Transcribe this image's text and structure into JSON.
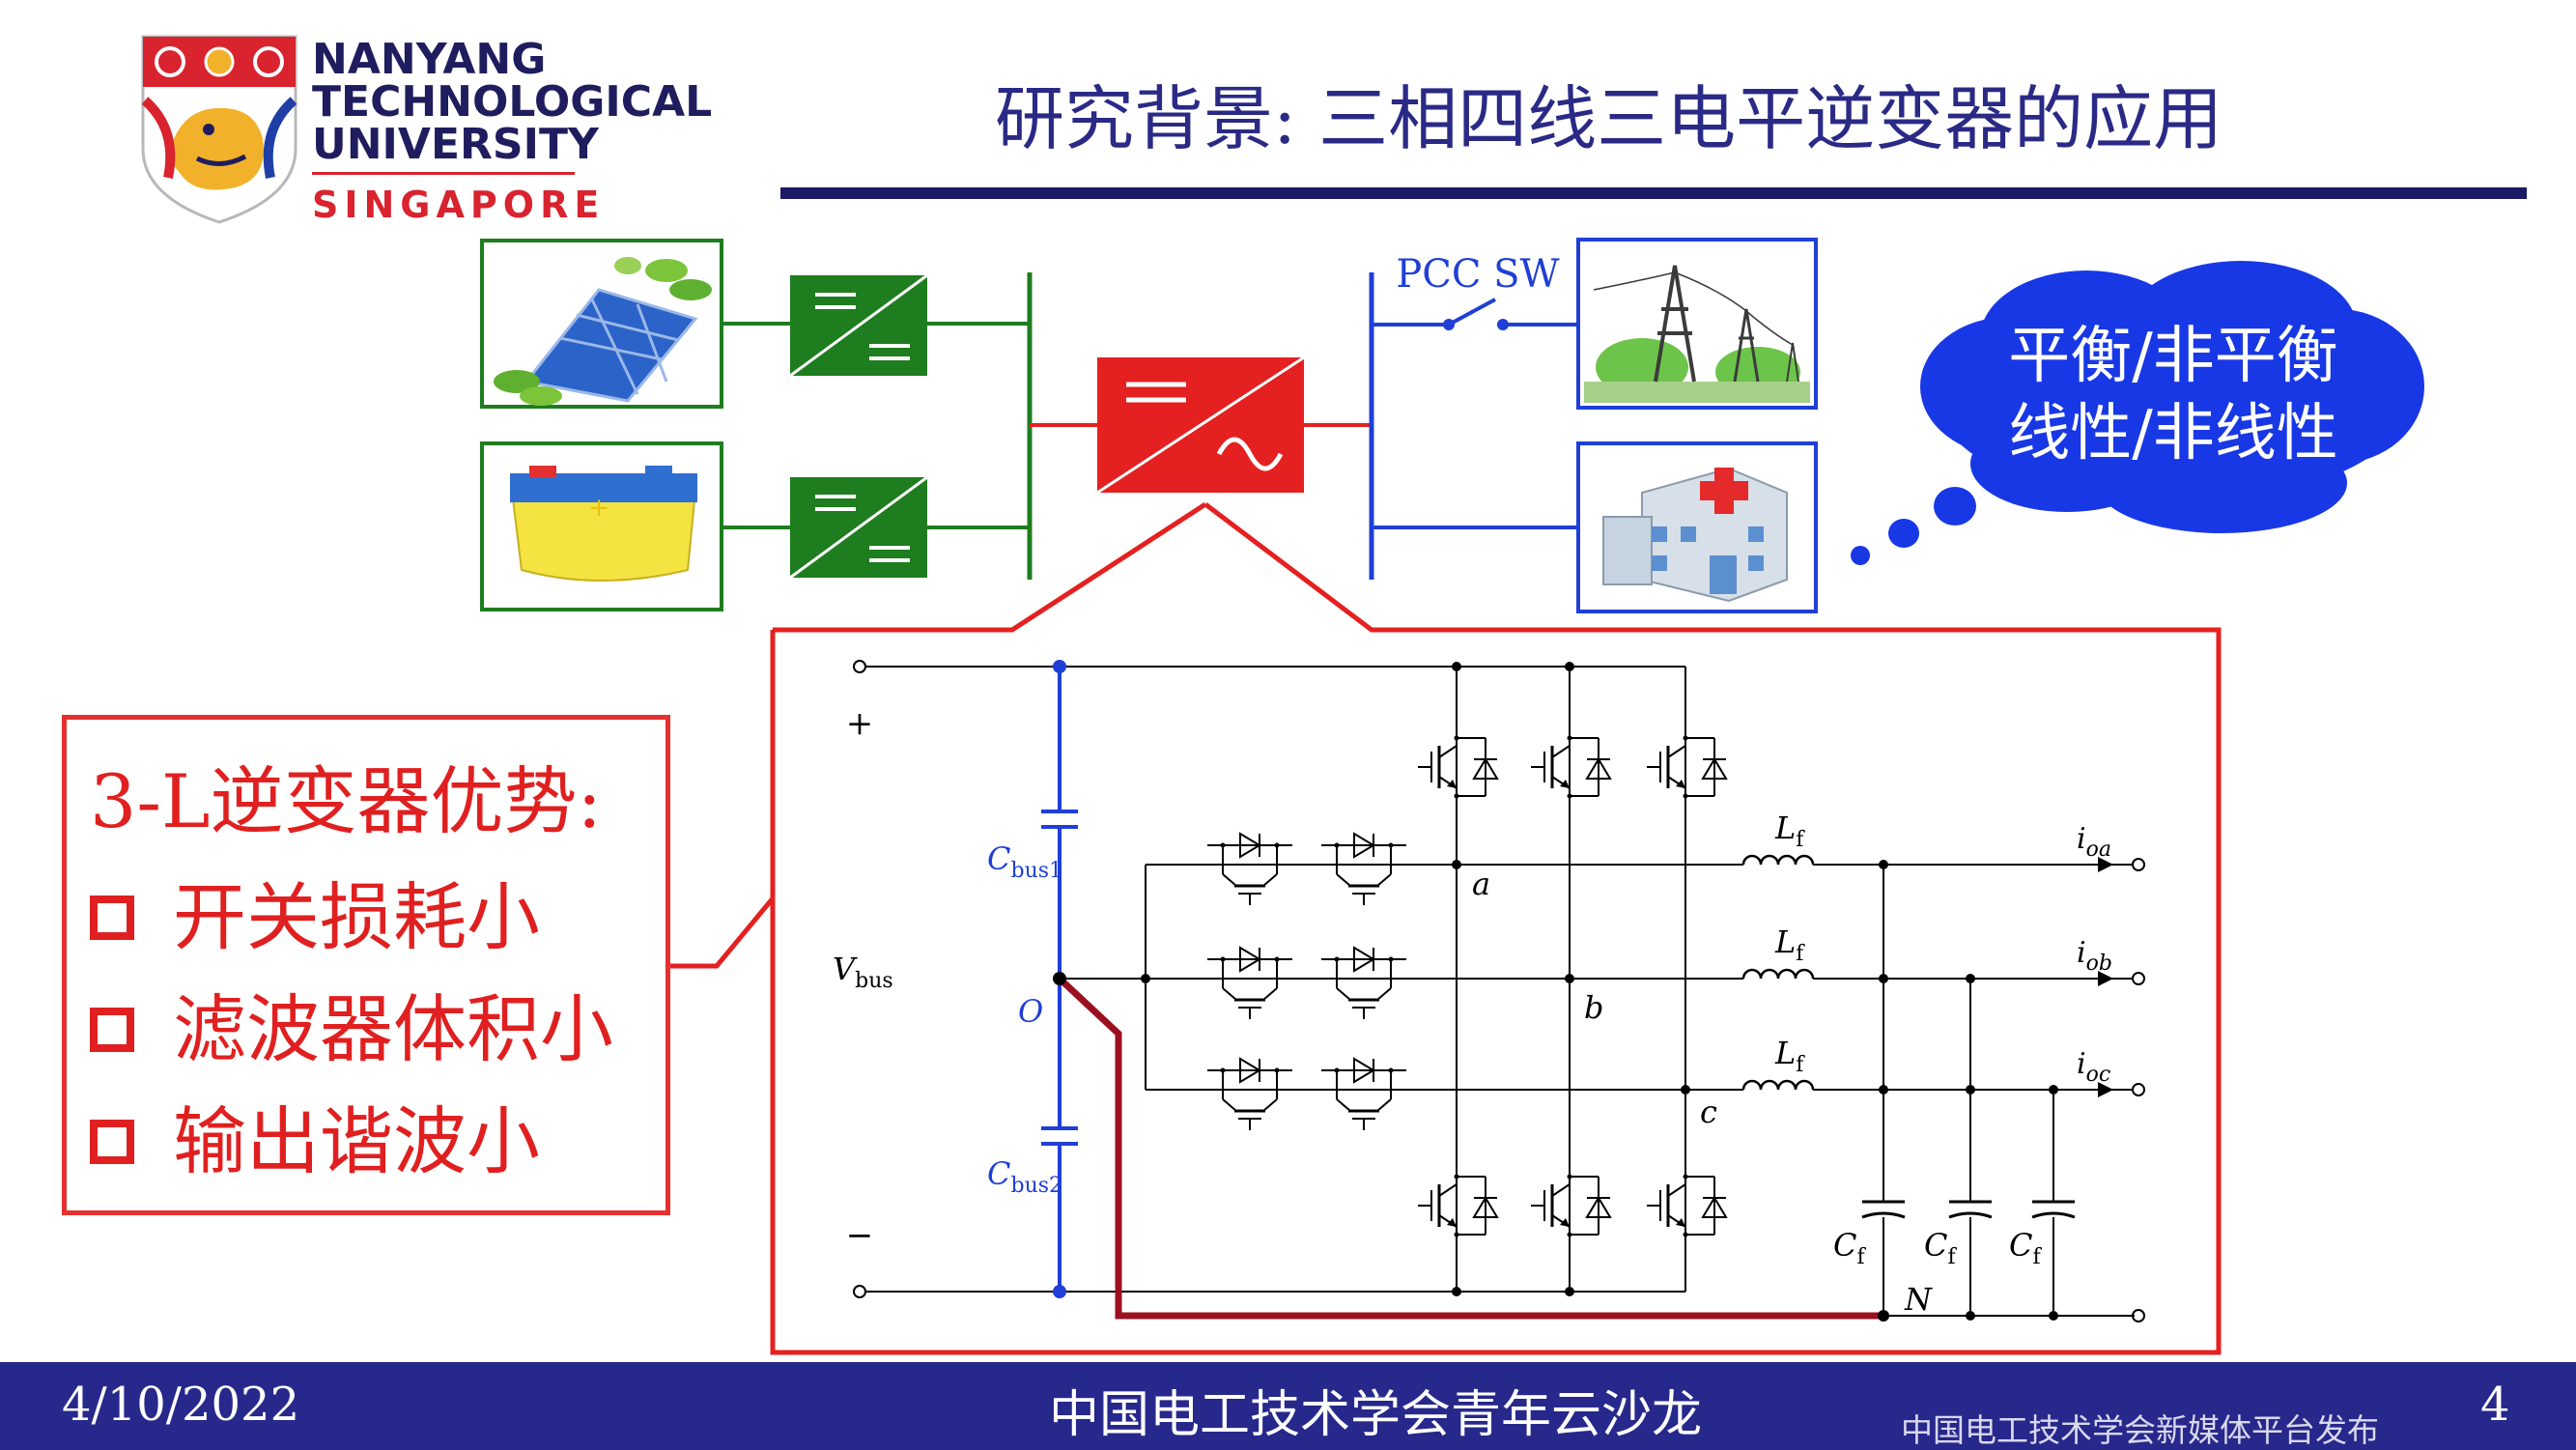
{
  "header": {
    "title": "研究背景: 三相四线三电平逆变器的应用",
    "logo": {
      "line1": "NANYANG",
      "line2": "TECHNOLOGICAL",
      "line3": "UNIVERSITY",
      "line4": "SINGAPORE"
    }
  },
  "system_diagram": {
    "pcc_label": "PCC SW",
    "cloud_line1": "平衡/非平衡",
    "cloud_line2": "线性/非线性",
    "icons": [
      "solar-panel-icon",
      "battery-icon",
      "power-grid-icon",
      "hospital-icon"
    ]
  },
  "advantages": {
    "heading": "3-L逆变器优势:",
    "items": [
      "开关损耗小",
      "滤波器体积小",
      "输出谐波小"
    ]
  },
  "circuit": {
    "plus": "+",
    "minus": "−",
    "vbus": "V",
    "vbus_sub": "bus",
    "cbus1": "C",
    "cbus1_sub": "bus1",
    "cbus2": "C",
    "cbus2_sub": "bus2",
    "node_o": "O",
    "node_a": "a",
    "node_b": "b",
    "node_c": "c",
    "node_n": "N",
    "lf": "L",
    "lf_sub": "f",
    "cf": "C",
    "cf_sub": "f",
    "i_oa": "i",
    "i_oa_sub": "oa",
    "i_ob": "i",
    "i_ob_sub": "ob",
    "i_oc": "i",
    "i_oc_sub": "oc"
  },
  "footer": {
    "date": "4/10/2022",
    "center": "中国电工技术学会青年云沙龙",
    "publisher": "中国电工技术学会新媒体平台发布",
    "page": "4"
  },
  "colors": {
    "navy": "#27288b",
    "green": "#1e7d1e",
    "red": "#e52020",
    "blue": "#1f3fd6",
    "dark_red": "#9b1020"
  }
}
